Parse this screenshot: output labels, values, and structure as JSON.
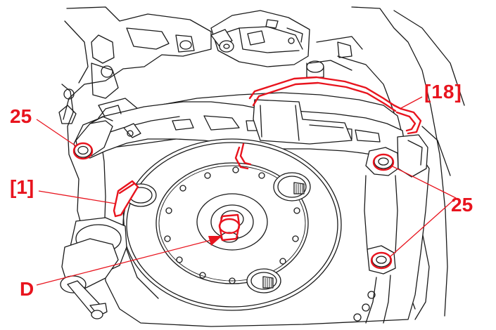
{
  "callouts": {
    "bolt_left": "25",
    "tool_1": "[1]",
    "hose_18": "[18]",
    "bolts_right": "25",
    "point_d": "D"
  },
  "colors": {
    "line_art": "#1a1a1a",
    "highlight": "#e8141e",
    "background": "#ffffff"
  }
}
